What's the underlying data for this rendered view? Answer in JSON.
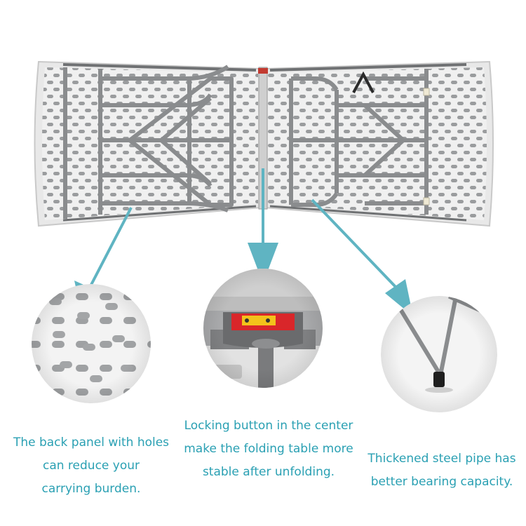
{
  "captions": {
    "left": "The back panel with holes\ncan reduce your\ncarrying burden.",
    "center": "Locking button in the center\nmake the folding table more\nstable after unfolding.",
    "right": "Thickened steel pipe has\nbetter bearing capacity."
  },
  "colors": {
    "caption_text": "#2aa0b3",
    "arrow": "#5fb4c2",
    "steel_frame": "#8a8c8e",
    "panel": "#f2f2f2",
    "lock_housing": "#d9262a",
    "lock_label": "#f3c21b"
  }
}
